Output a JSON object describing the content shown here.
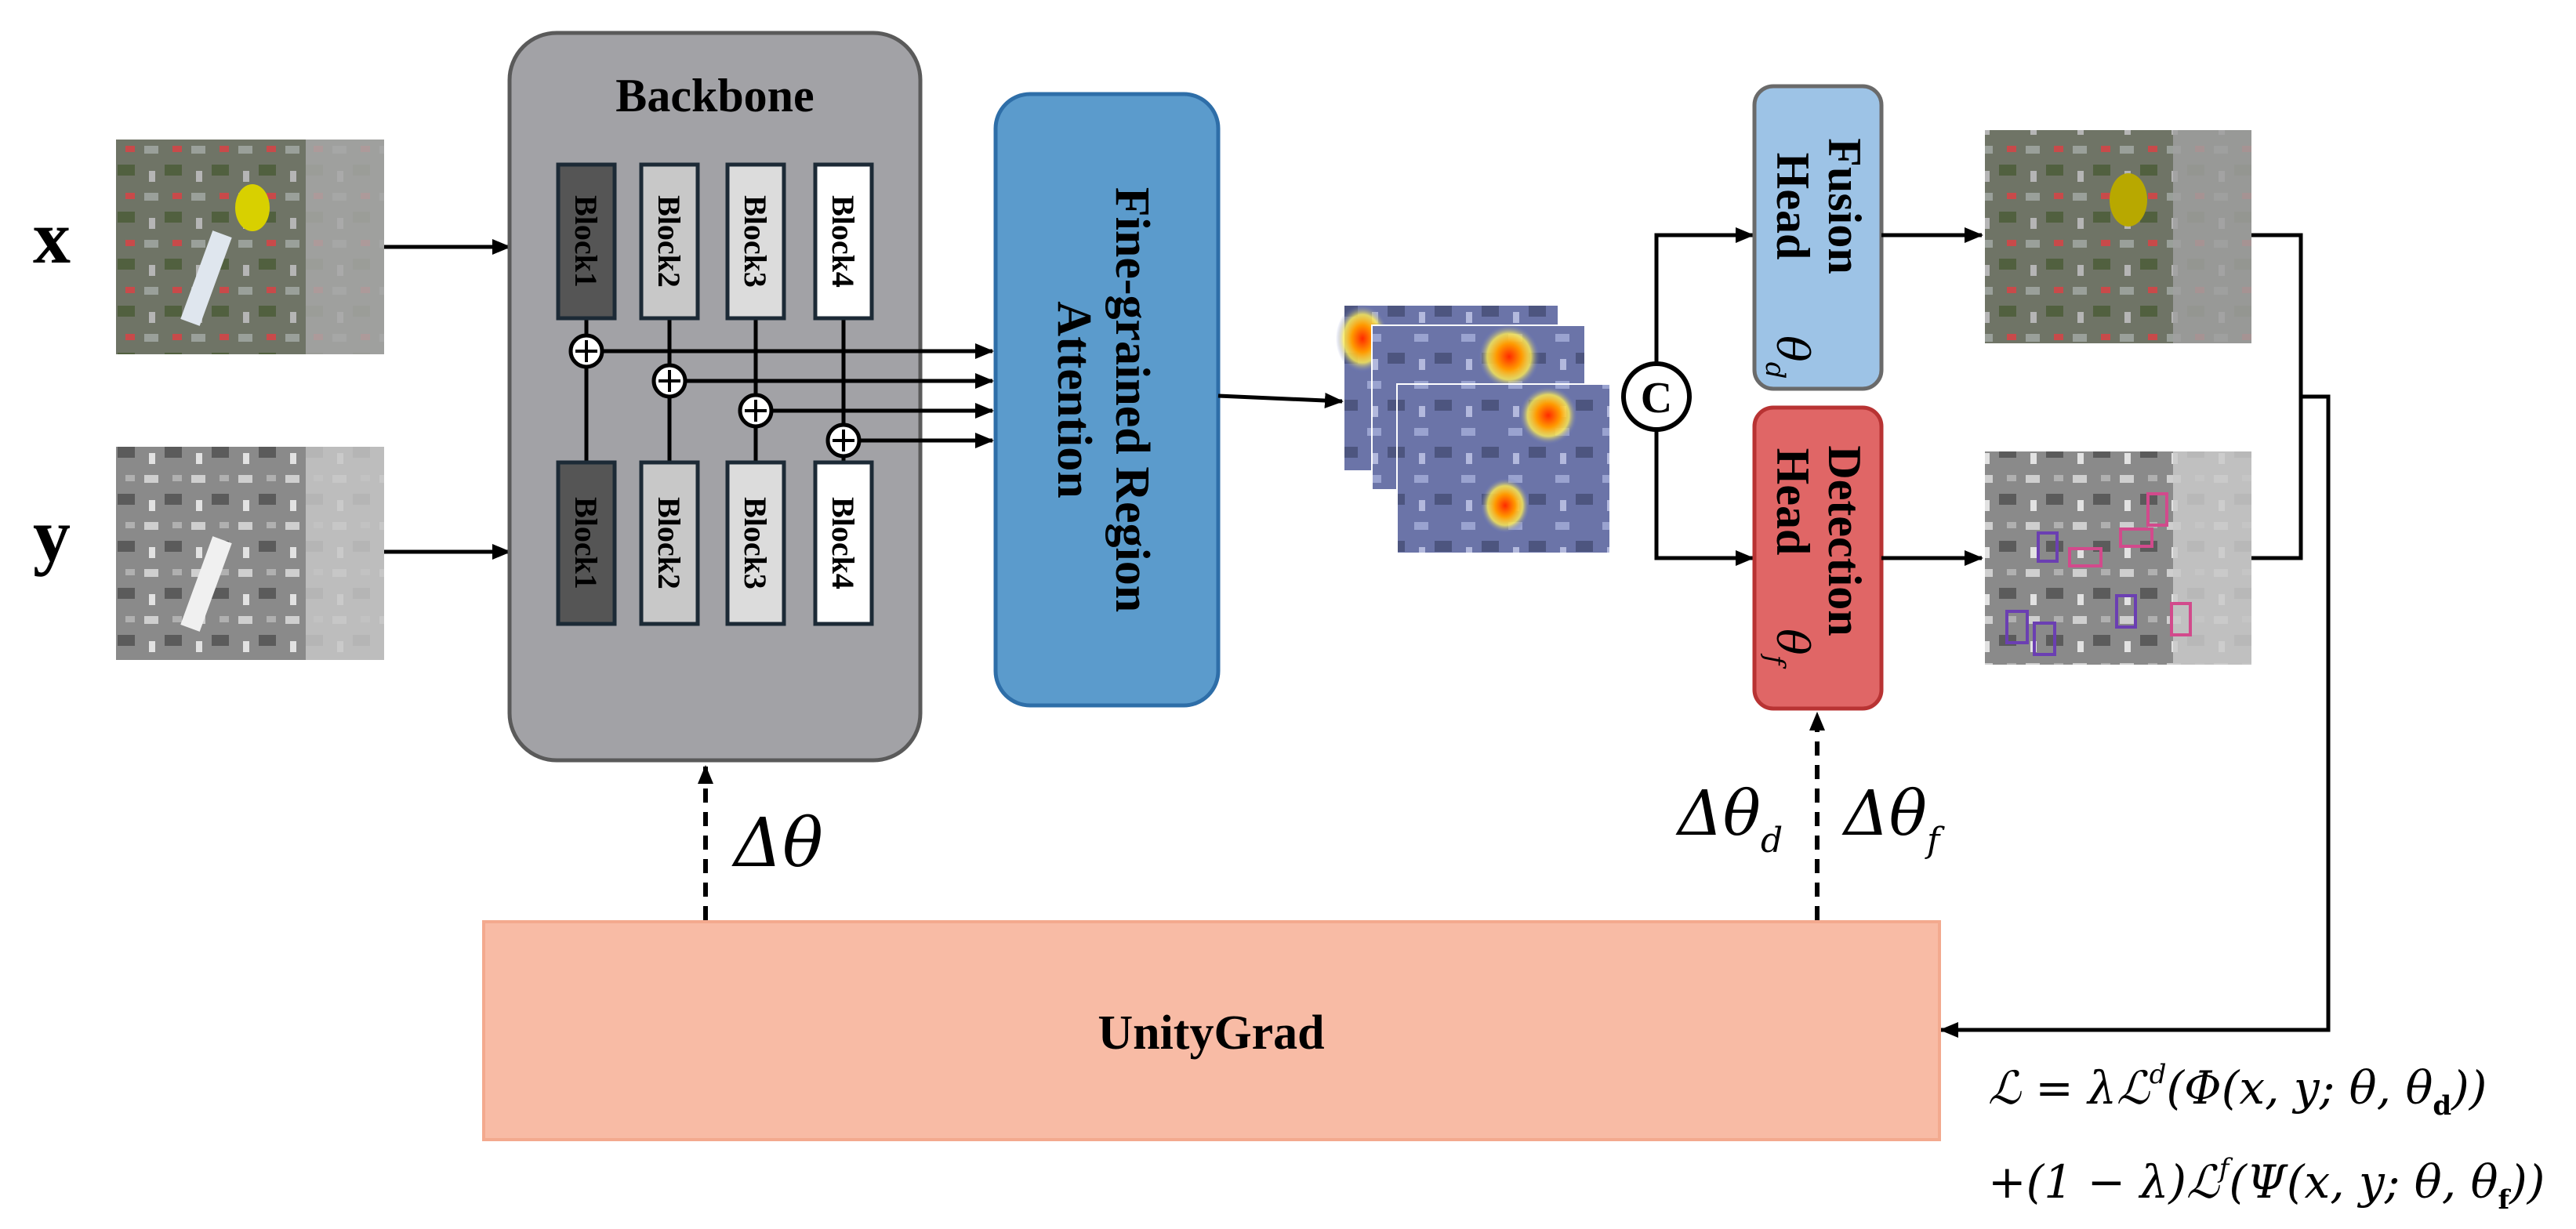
{
  "inputs": {
    "x": "x",
    "y": "y"
  },
  "backbone": {
    "title": "Backbone",
    "top_blocks": [
      "Block1",
      "Block2",
      "Block3",
      "Block4"
    ],
    "bottom_blocks": [
      "Block1",
      "Block2",
      "Block3",
      "Block4"
    ],
    "block_fills": [
      "#555555",
      "#c8c8c8",
      "#dcdcdc",
      "#ffffff"
    ],
    "fuse_symbol": "+"
  },
  "attention": {
    "line1": "Fine-grained Region",
    "line2": "Attention"
  },
  "concat": {
    "symbol": "C"
  },
  "fusion_head": {
    "line1": "Fusion",
    "line2": "Head",
    "param": "θ",
    "param_sub": "d"
  },
  "detection_head": {
    "line1": "Detection",
    "line2": "Head",
    "param": "θ",
    "param_sub": "f"
  },
  "gradients": {
    "backbone": "Δθ",
    "fusion": "Δθ",
    "fusion_sub": "d",
    "detection": "Δθ",
    "detection_sub": "f"
  },
  "unitygrad": {
    "label": "UnityGrad"
  },
  "loss": {
    "line1": "ℒ = λℒ",
    "line1_sup": "d",
    "line1_rest": "(Φ(x, y; θ, θ",
    "line1_sub": "d",
    "line1_end": "))",
    "line2": "+(1 − λ)ℒ",
    "line2_sup": "f",
    "line2_rest": "(Ψ(x, y; θ, θ",
    "line2_sub": "f",
    "line2_end": "))"
  },
  "colors": {
    "backbone": "#a2a2a6",
    "attention": "#5b9bcc",
    "fusion": "#9dc3e6",
    "detection": "#e06666",
    "unitygrad": "#f8bba5"
  }
}
